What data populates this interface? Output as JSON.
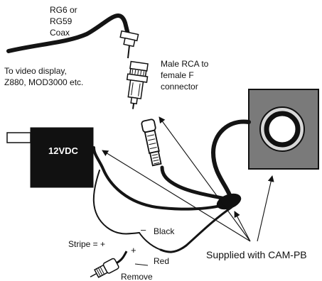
{
  "labels": {
    "coax_line1": "RG6 or",
    "coax_line2": "RG59",
    "coax_line3": "Coax",
    "display_line1": "To video display,",
    "display_line2": "Z880, MOD3000 etc.",
    "adapter_line1": "Male RCA to",
    "adapter_line2": "female F",
    "adapter_line3": "connector",
    "power_supply": "12VDC",
    "stripe": "Stripe = +",
    "minus_sign": "–",
    "plus_sign": "+",
    "black": "Black",
    "red": "Red",
    "remove": "Remove",
    "supplied": "Supplied with CAM-PB"
  },
  "icons": [
    "camera-icon",
    "power-adapter-icon",
    "rca-plug-icon",
    "f-connector-icon",
    "dc-plug-icon"
  ]
}
